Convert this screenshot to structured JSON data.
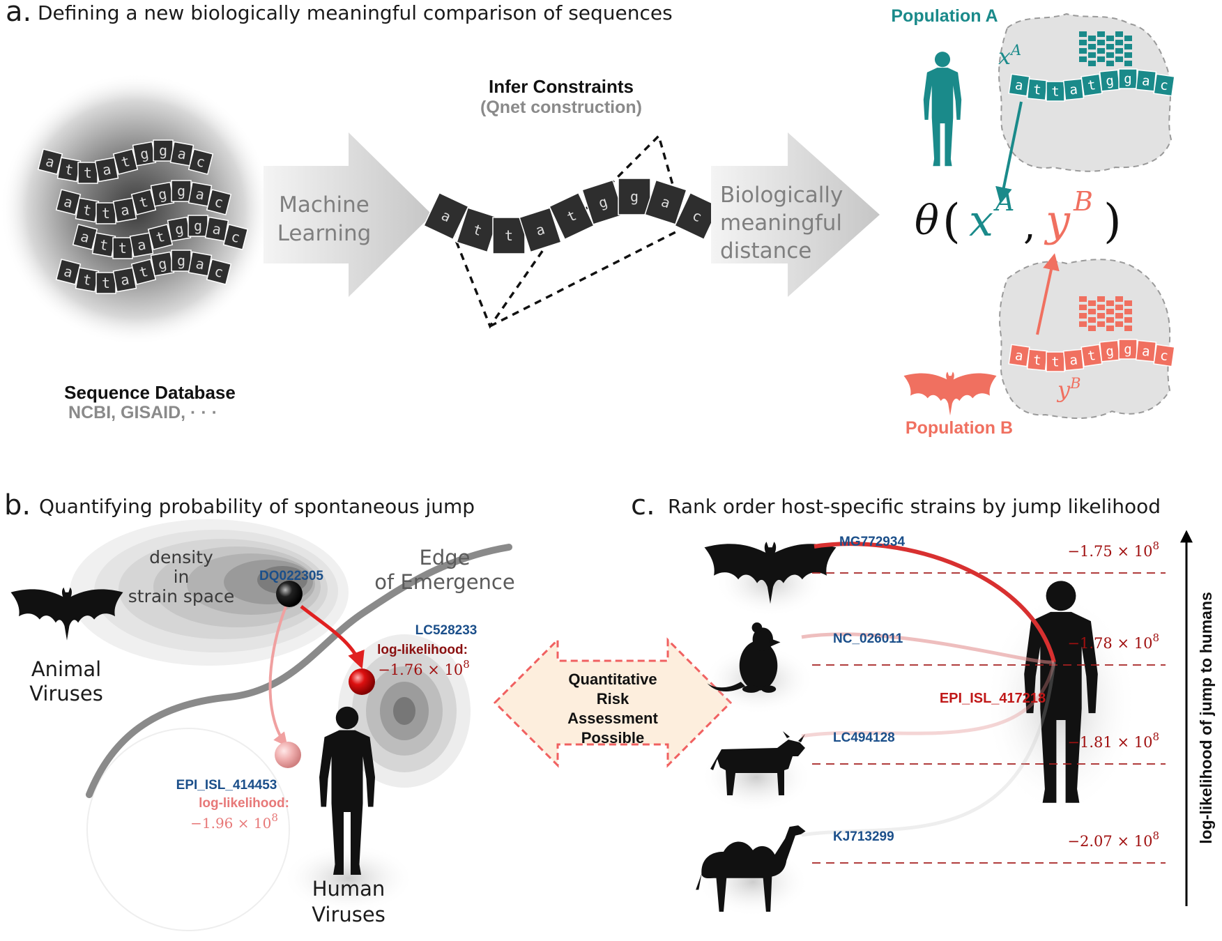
{
  "panel_a": {
    "letter": "a.",
    "title": "Defining a new biologically meaningful comparison of sequences",
    "seq_letters": [
      "a",
      "t",
      "t",
      "a",
      "t",
      "g",
      "g",
      "a",
      "c"
    ],
    "database_title": "Sequence Database",
    "database_sub": "NCBI, GISAID, · · ·",
    "ml_line1": "Machine",
    "ml_line2": "Learning",
    "infer_title": "Infer Constraints",
    "infer_sub": "(Qnet construction)",
    "bio_line1": "Biologically",
    "bio_line2": "meaningful",
    "bio_line3": "distance",
    "population_a": "Population A",
    "population_b": "Population B",
    "theta": "θ",
    "x_sym": "x",
    "y_sym": "y",
    "sup_a": "A",
    "sup_b": "B",
    "colors": {
      "pop_a": "#1a8a8a",
      "pop_b": "#f07060",
      "sequence": "#2e2e2e"
    }
  },
  "panel_b": {
    "letter": "b.",
    "title": "Quantifying probability of spontaneous jump",
    "density_1": "density",
    "density_2": "in",
    "density_3": "strain space",
    "edge_1": "Edge",
    "edge_2": "of Emergence",
    "animal_1": "Animal",
    "animal_2": "Viruses",
    "human_1": "Human",
    "human_2": "Viruses",
    "source_id": "DQ022305",
    "target1_id": "LC528233",
    "target1_ll_label": "log-likelihood:",
    "target1_ll": "−1.76 × 10",
    "target1_exp": "8",
    "target2_id": "EPI_ISL_414453",
    "target2_ll_label": "log-likelihood:",
    "target2_ll": "−1.96 × 10",
    "target2_exp": "8"
  },
  "middle": {
    "line1": "Quantitative",
    "line2": "Risk",
    "line3": "Assessment",
    "line4": "Possible"
  },
  "panel_c": {
    "letter": "c.",
    "title": "Rank order host-specific strains by jump likelihood",
    "human_id": "EPI_ISL_417218",
    "axis_label": "log-likelihood of jump to humans",
    "hosts": [
      {
        "animal": "bat-icon",
        "id": "MG772934",
        "value": "−1.75 × 10",
        "exp": "8",
        "ll": -175000000.0
      },
      {
        "animal": "rat-icon",
        "id": "NC_026011",
        "value": "−1.78 × 10",
        "exp": "8",
        "ll": -178000000.0
      },
      {
        "animal": "cow-icon",
        "id": "LC494128",
        "value": "−1.81 × 10",
        "exp": "8",
        "ll": -181000000.0
      },
      {
        "animal": "camel-icon",
        "id": "KJ713299",
        "value": "−2.07 × 10",
        "exp": "8",
        "ll": -207000000.0
      }
    ]
  }
}
